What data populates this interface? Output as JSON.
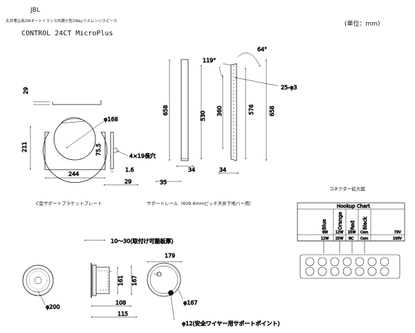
{
  "header": {
    "brand": "JBL",
    "subtitle": "天井埋込用2Wオートトランス内蔵小型2Wayフルレンジスピーカ",
    "model": "CONTROL 24CT MicroPlus",
    "unit": "(単位：mm)"
  },
  "bracket": {
    "dim_depth": "29",
    "dim_height": "211",
    "dim_width": "244",
    "dim_diameter": "φ168",
    "dim_slot_height": "75.5",
    "dim_slot": "4×19長穴",
    "dim_thickness": "1.6",
    "dim_flange": "29",
    "caption": "C型サポートブラケットプレート"
  },
  "rail": {
    "dim_length": "658",
    "dim_inner_530": "530",
    "dim_inner_360": "360",
    "dim_576": "576",
    "dim_658b": "658",
    "dim_angle_119": "119°",
    "dim_angle_64": "64°",
    "dim_holes": "25-φ3",
    "dim_width_34a": "34",
    "dim_width_35": "35",
    "dim_width_34b": "34",
    "caption": "サポートレール（609.6mmピッチ天井下地バー用）"
  },
  "connector": {
    "caption": "コネクター拡大図",
    "chart_title": "Hookup Chart",
    "colors": [
      "Blue",
      "Orange",
      "Red",
      "Black"
    ],
    "row1": [
      "6W",
      "12W",
      "25W",
      "Com",
      "70V"
    ],
    "row2": [
      "12W",
      "25W",
      "NC",
      "Com",
      "100V"
    ]
  },
  "speaker": {
    "dim_front": "φ200",
    "dim_panel": "10～30(取付け可能板厚)",
    "dim_161": "161",
    "dim_167": "167",
    "dim_108": "108",
    "dim_115": "115",
    "dim_179": "179",
    "dim_phi167": "φ167",
    "dim_wire": "φ12(安全ワイヤー用サポートポイント)"
  }
}
